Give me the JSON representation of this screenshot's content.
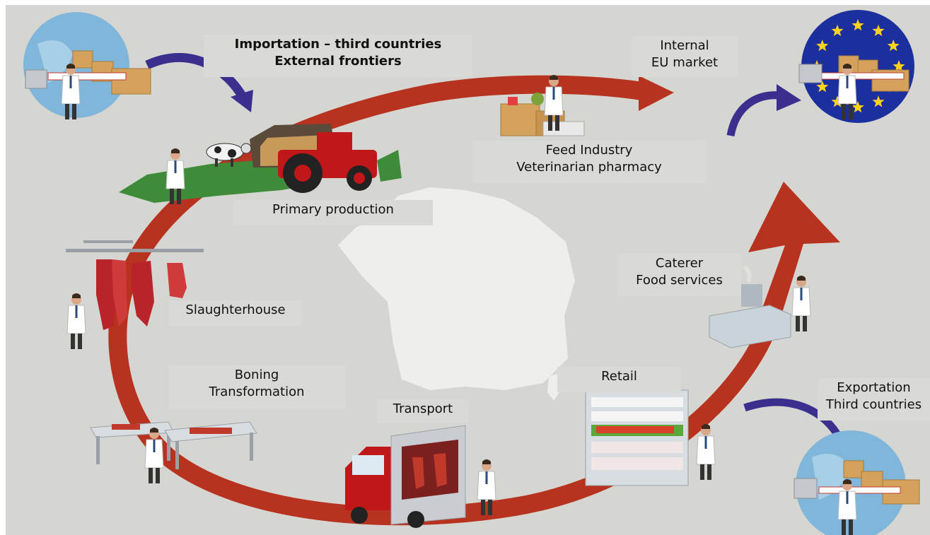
{
  "labels": {
    "importation": {
      "line1": "Importation – third countries",
      "line2": "External frontiers"
    },
    "internal_market": {
      "line1": "Internal",
      "line2": "EU market"
    },
    "feed_industry": {
      "line1": "Feed Industry",
      "line2": "Veterinarian pharmacy"
    },
    "primary_production": "Primary production",
    "slaughterhouse": "Slaughterhouse",
    "boning": {
      "line1": "Boning",
      "line2": "Transformation"
    },
    "transport": "Transport",
    "retail": "Retail",
    "caterer": {
      "line1": "Caterer",
      "line2": "Food services"
    },
    "exportation": {
      "line1": "Exportation",
      "line2": "Third countries"
    }
  },
  "colors": {
    "background": "#d5d6d1",
    "cycle_arrow": "#b8331f",
    "flow_arrow": "#3a2f8f",
    "france_map": "#eeeeec",
    "eu_flag": "#1c2f9e",
    "eu_star": "#ffd21f",
    "globe": "#7fb6da"
  },
  "icons": {
    "globe_import": "globe-icon",
    "eu_flag": "eu-flag-icon",
    "globe_export": "globe-icon",
    "veterinarian": "veterinarian-icon",
    "tractor": "tractor-icon",
    "cow": "cow-icon",
    "carcass": "meat-carcass-icon",
    "truck": "refrigerated-truck-icon",
    "shelf": "retail-shelf-icon",
    "kitchen": "kitchen-stove-icon",
    "feed_bags": "feed-sacks-icon"
  }
}
